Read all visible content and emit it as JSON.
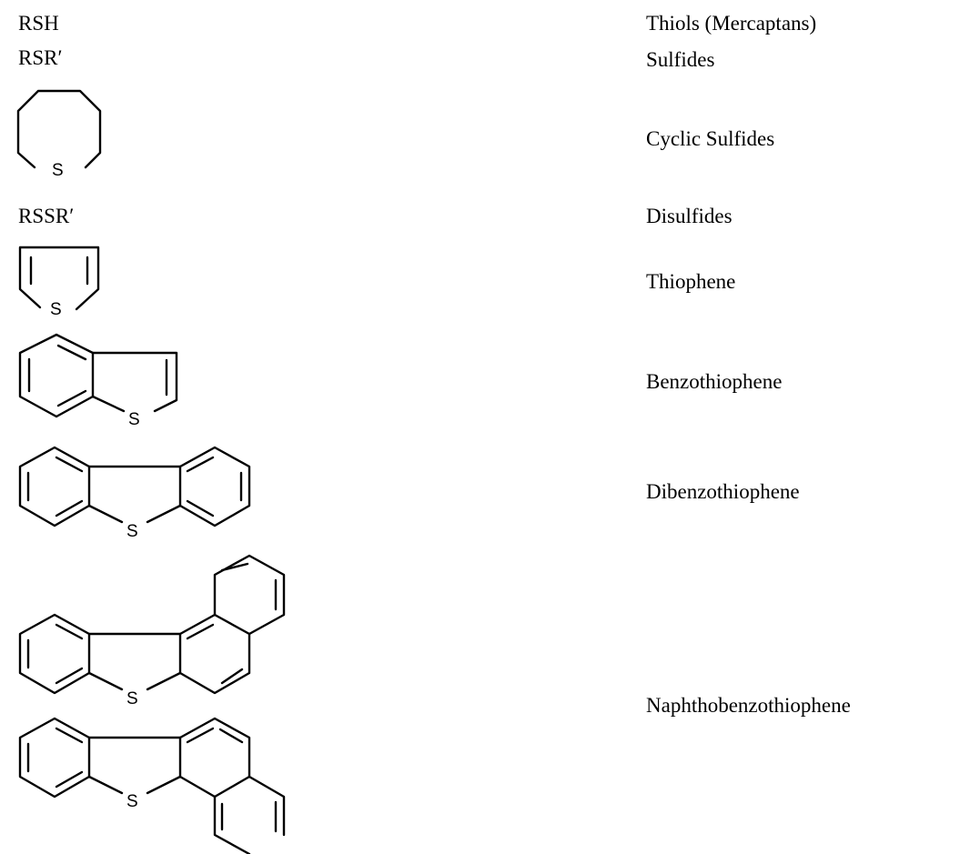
{
  "formulas": {
    "thiol": "RSH",
    "sulfide": "RSR′",
    "disulfide": "RSSR′"
  },
  "atom_symbol": "S",
  "names": {
    "thiols": "Thiols (Mercaptans)",
    "sulfides": "Sulfides",
    "cyclic_sulfides": "Cyclic Sulfides",
    "disulfides": "Disulfides",
    "thiophene": "Thiophene",
    "benzothiophene": "Benzothiophene",
    "dibenzothiophene": "Dibenzothiophene",
    "naphthobenzothiophene": "Naphthobenzothiophene"
  },
  "colors": {
    "ink": "#000000",
    "background": "#ffffff"
  }
}
